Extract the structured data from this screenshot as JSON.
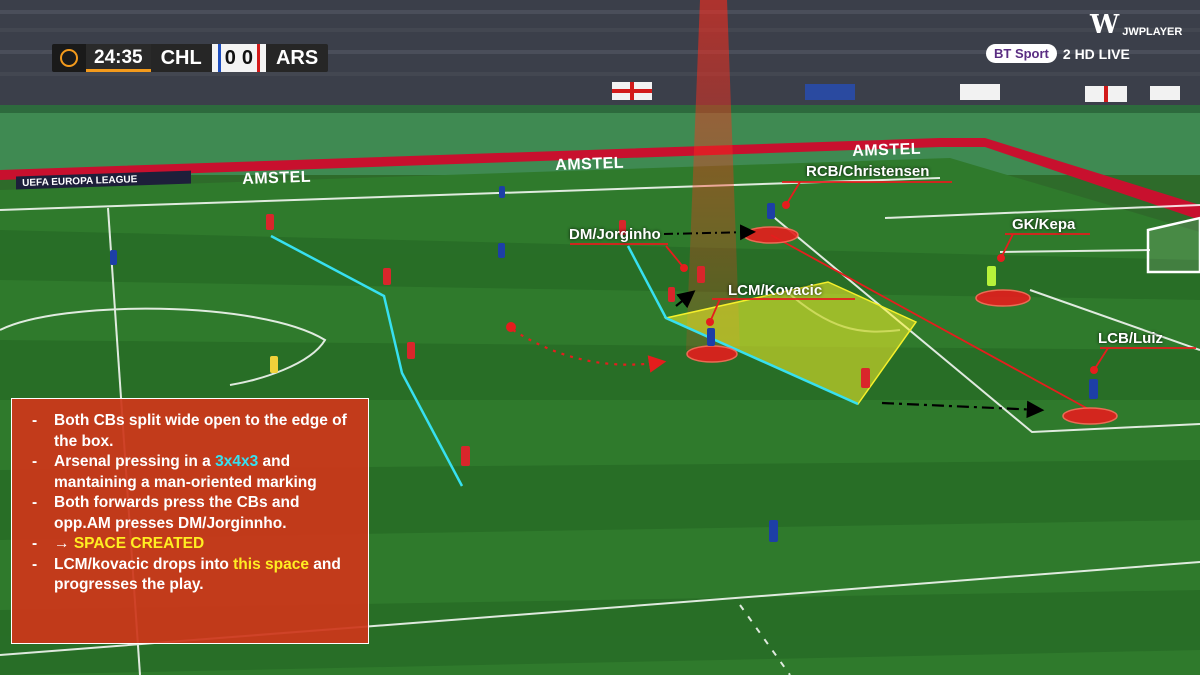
{
  "scoreboard": {
    "time": "24:35",
    "home_team": "CHL",
    "home_score": "0",
    "away_score": "0",
    "away_team": "ARS"
  },
  "broadcaster": {
    "player_brand": "JWPLAYER",
    "channel_logo": "BT Sport",
    "channel_name": "2 HD LIVE"
  },
  "stadium_boards": {
    "competition": "UEFA EUROPA LEAGUE",
    "sponsor": "AMSTEL"
  },
  "player_tags": {
    "rcb": "RCB/Christensen",
    "dm": "DM/Jorginho",
    "gk": "GK/Kepa",
    "lcm": "LCM/Kovacic",
    "lcb": "LCB/Luiz"
  },
  "notes": {
    "item1": "Both CBs split wide open to the edge of the box.",
    "item2_prefix": "Arsenal pressing in a ",
    "item2_highlight": "3x4x3",
    "item2_suffix": " and mantaining a man-oriented marking",
    "item3": "Both forwards press the CBs and opp.AM presses DM/Jorginnho.",
    "item4_arrow": "→",
    "item4_text": "SPACE CREATED",
    "item5_prefix": "LCM/kovacic drops into ",
    "item5_highlight": "this space",
    "item5_suffix": " and progresses the play."
  },
  "colors": {
    "pitch": "#2e6b2a",
    "annotation_red": "#e51d1d",
    "shape_cyan": "#37e0f0",
    "space_yellow": "#f5f02a",
    "panel": "#cd361a",
    "text_yellow": "#ffee22"
  }
}
